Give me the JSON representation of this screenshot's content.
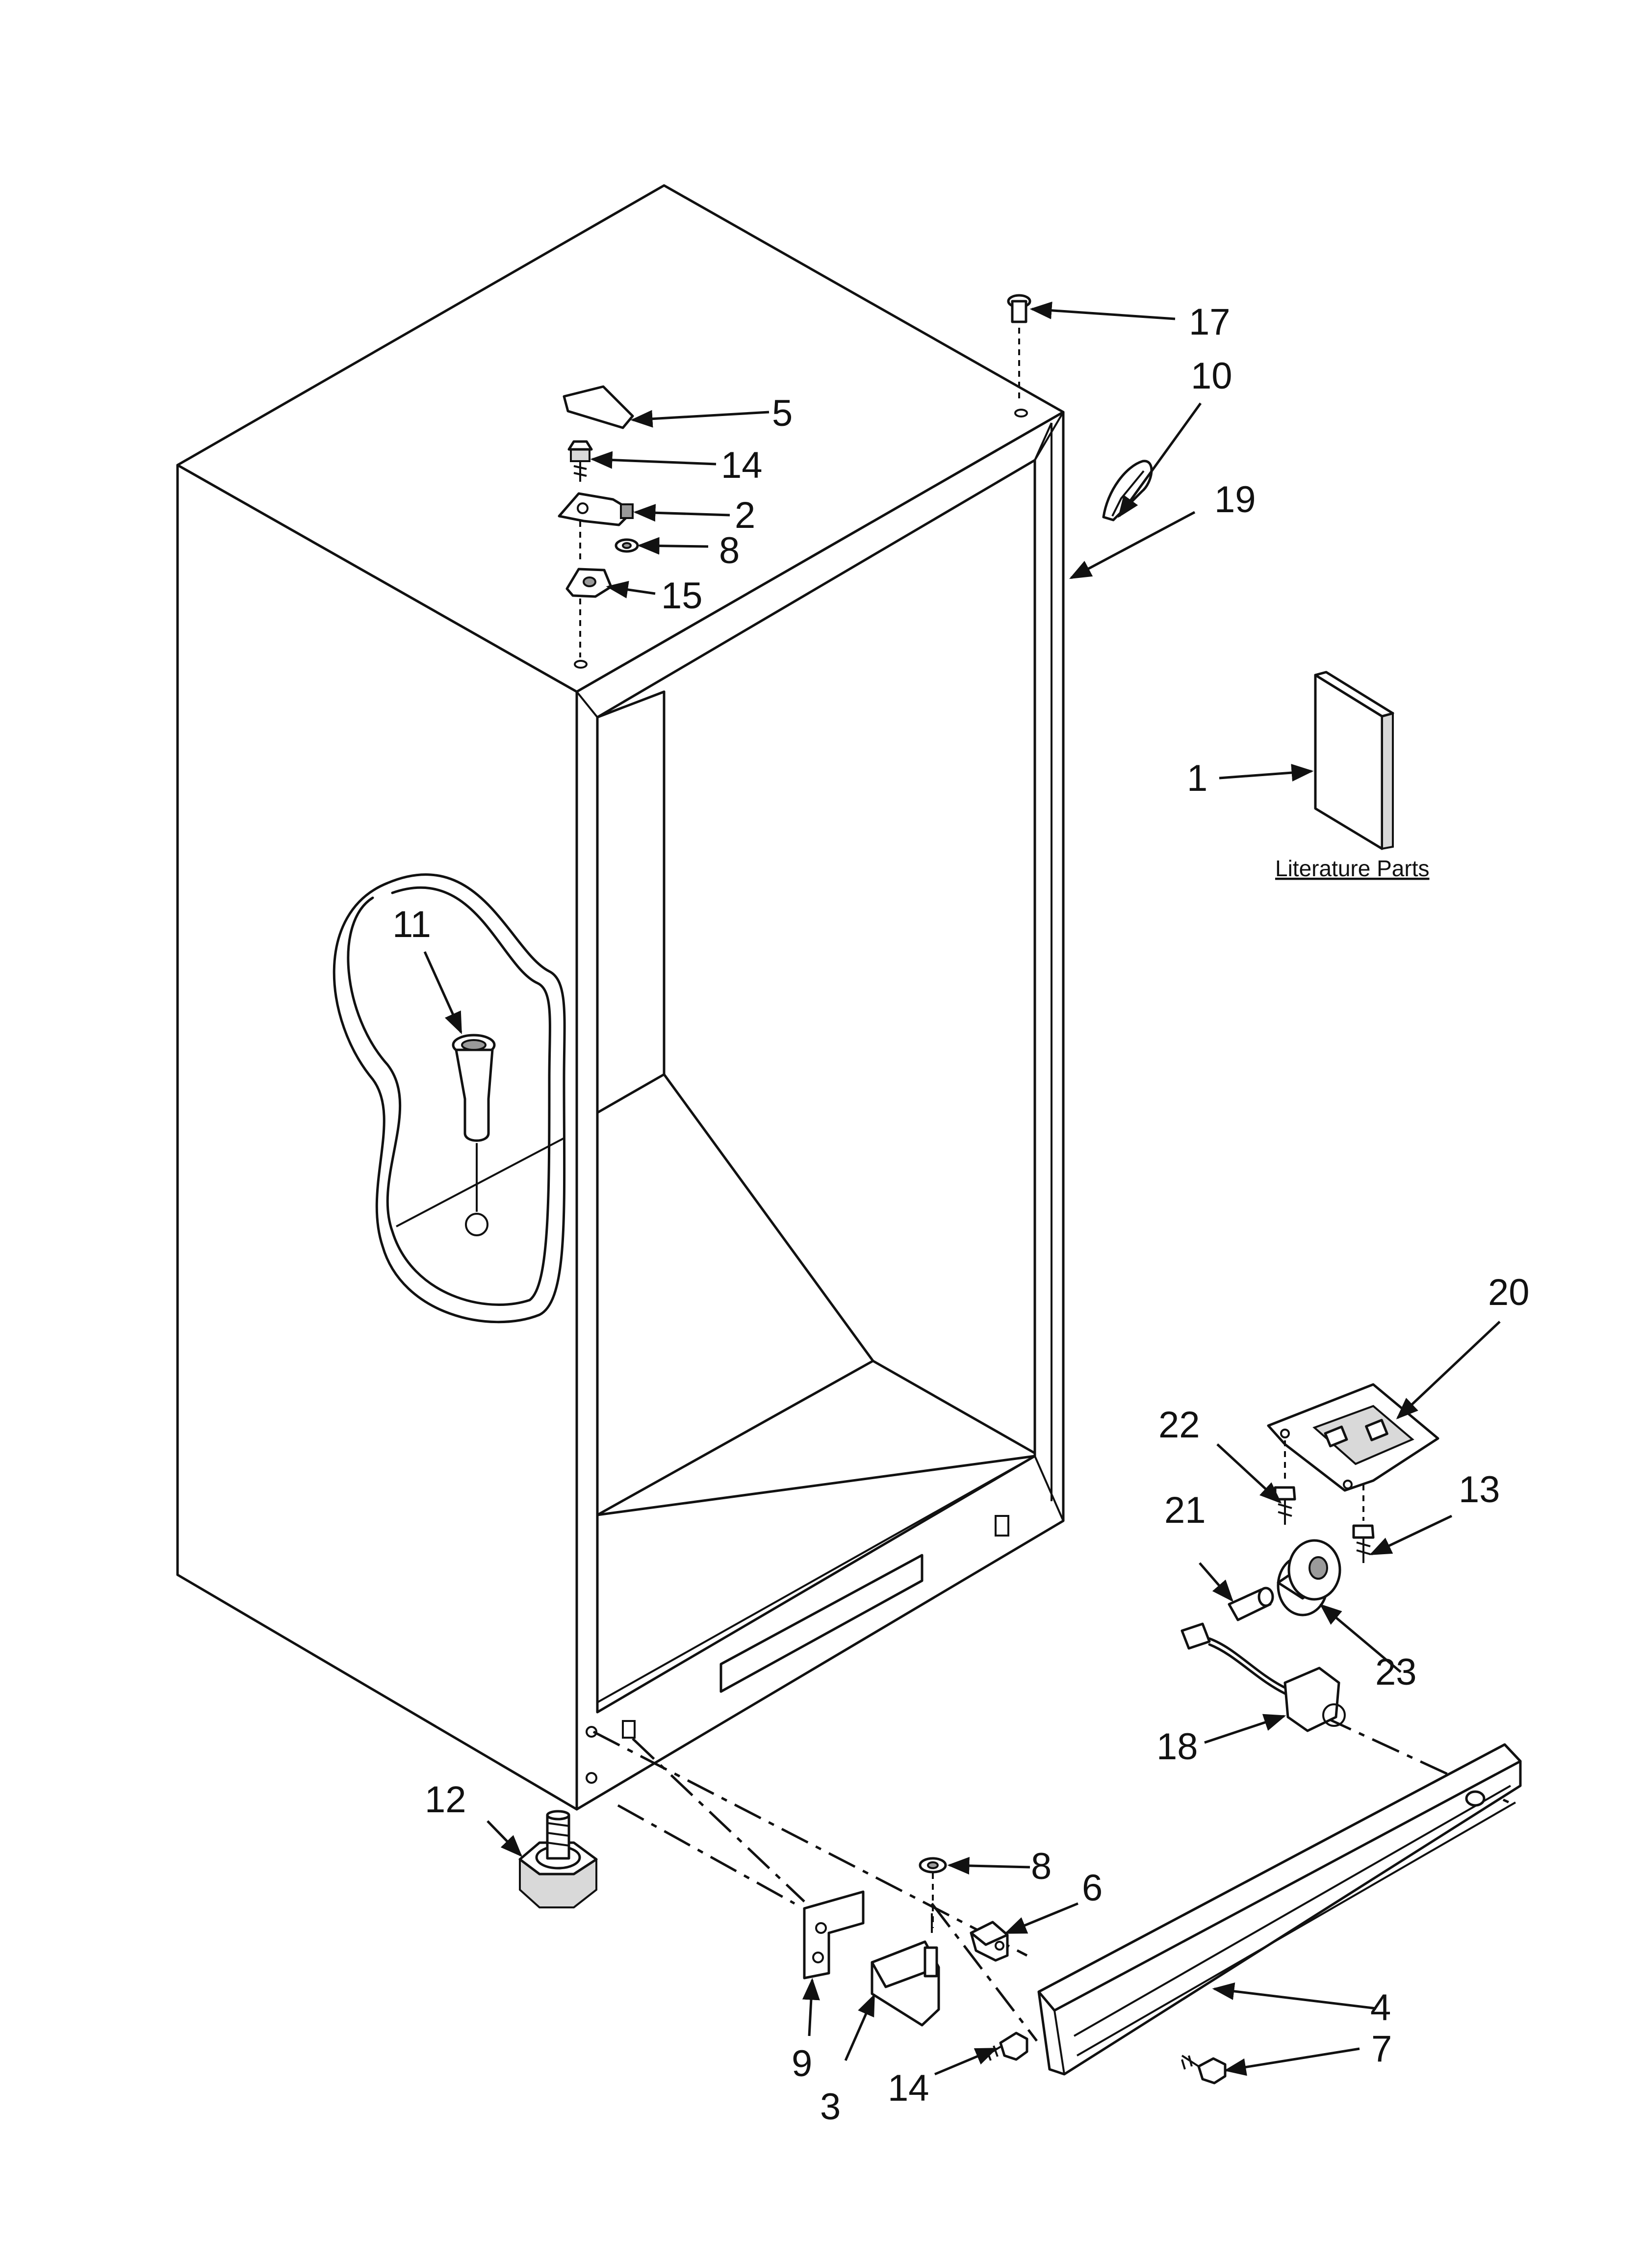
{
  "callouts": {
    "c1": "1",
    "c2": "2",
    "c3": "3",
    "c4": "4",
    "c5": "5",
    "c6": "6",
    "c7": "7",
    "c8a": "8",
    "c8b": "8",
    "c9": "9",
    "c10": "10",
    "c11": "11",
    "c12": "12",
    "c13": "13",
    "c14a": "14",
    "c14b": "14",
    "c15": "15",
    "c17": "17",
    "c18": "18",
    "c19": "19",
    "c20": "20",
    "c21": "21",
    "c22": "22",
    "c23": "23"
  },
  "literature_label": "Literature Parts",
  "colors": {
    "line": "#111111",
    "background": "#ffffff",
    "shade": "#d9d9d9"
  }
}
